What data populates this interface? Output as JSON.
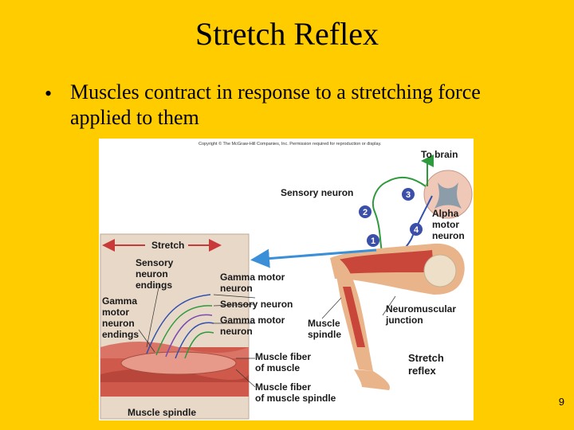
{
  "slide": {
    "title": "Stretch Reflex",
    "bullet": "Muscles contract in response to a stretching force applied to them",
    "page_number": "9"
  },
  "figure": {
    "copyright": "Copyright © The McGraw-Hill Companies, Inc. Permission required for reproduction or display.",
    "labels": {
      "to_brain": "To brain",
      "sensory_neuron_top": "Sensory neuron",
      "alpha_line1": "Alpha",
      "alpha_line2": "motor",
      "alpha_line3": "neuron",
      "stretch": "Stretch",
      "sensory_endings_1": "Sensory",
      "sensory_endings_2": "neuron",
      "sensory_endings_3": "endings",
      "gamma_endings_1": "Gamma",
      "gamma_endings_2": "motor",
      "gamma_endings_3": "neuron",
      "gamma_endings_4": "endings",
      "gamma_motor_a1": "Gamma motor",
      "gamma_motor_a2": "neuron",
      "sensory_neuron_mid": "Sensory neuron",
      "gamma_motor_b1": "Gamma motor",
      "gamma_motor_b2": "neuron",
      "muscle_spindle_1": "Muscle",
      "muscle_spindle_2": "spindle",
      "nmj_1": "Neuromuscular",
      "nmj_2": "junction",
      "fiber_muscle_1": "Muscle fiber",
      "fiber_muscle_2": "of muscle",
      "fiber_spindle_1": "Muscle fiber",
      "fiber_spindle_2": "of muscle spindle",
      "stretch_reflex_1": "Stretch",
      "stretch_reflex_2": "reflex",
      "muscle_spindle_caption": "Muscle spindle"
    },
    "steps": [
      "1",
      "2",
      "3",
      "4"
    ],
    "colors": {
      "slide_bg": "#ffcc00",
      "step_circle": "#3b4fa8",
      "sensory_neuron": "#2e9a3e",
      "motor_neuron": "#3050b0",
      "muscle": "#c8463a",
      "skin": "#eab48a",
      "arrow_blue": "#3a8fd8"
    }
  }
}
